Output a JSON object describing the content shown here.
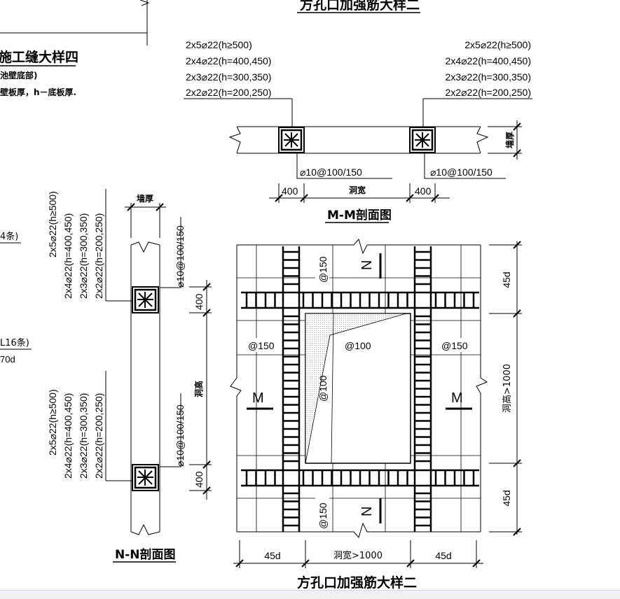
{
  "titles": {
    "top_partial": "方孔口加强筋大样二",
    "left_partial": "施工缝大样四",
    "bottom": "方孔口加强筋大样二",
    "mm_section": "M-M剖面图",
    "nn_section": "N-N剖面图"
  },
  "left_notes": {
    "line1": "池壁底部)",
    "line2": "壁板厚，h－底板厚.",
    "frag_a": "4条)",
    "frag_b": "L16条)",
    "frag_c": "70d"
  },
  "rebar_spec": [
    "2x5⌀22(h≥500)",
    "2x4⌀22(h=400,450)",
    "2x3⌀22(h=300,350)",
    "2x2⌀22(h=200,250)"
  ],
  "stirrup": "⌀10@100/150",
  "labels": {
    "wall_thickness": "墙厚",
    "opening_width": "洞宽",
    "opening_height": "洞高",
    "dim_400": "400",
    "dim_45d": "45d",
    "opening_width_ge": "洞宽>1000",
    "opening_height_ge": "洞高>1000",
    "spacing_150": "@150",
    "spacing_100": "@100",
    "section_M": "M",
    "section_N": "N"
  }
}
